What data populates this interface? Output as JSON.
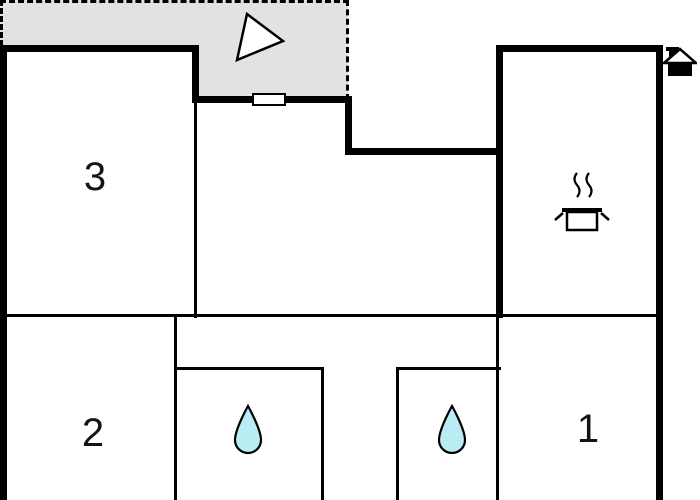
{
  "plan": {
    "type": "floor-plan",
    "rooms": [
      {
        "label": "3"
      },
      {
        "label": "2"
      },
      {
        "label": "1"
      }
    ]
  },
  "icons": {
    "triangle": "direction-triangle-icon",
    "house": "house-icon",
    "pot": "cooking-pot-icon",
    "drop_left": "water-drop-icon",
    "drop_right": "water-drop-icon"
  },
  "colors": {
    "wall": "#000000",
    "terrace": "#e2e2e2",
    "drop-fill": "#b9edf3",
    "background": "#ffffff",
    "label": "#141414"
  }
}
